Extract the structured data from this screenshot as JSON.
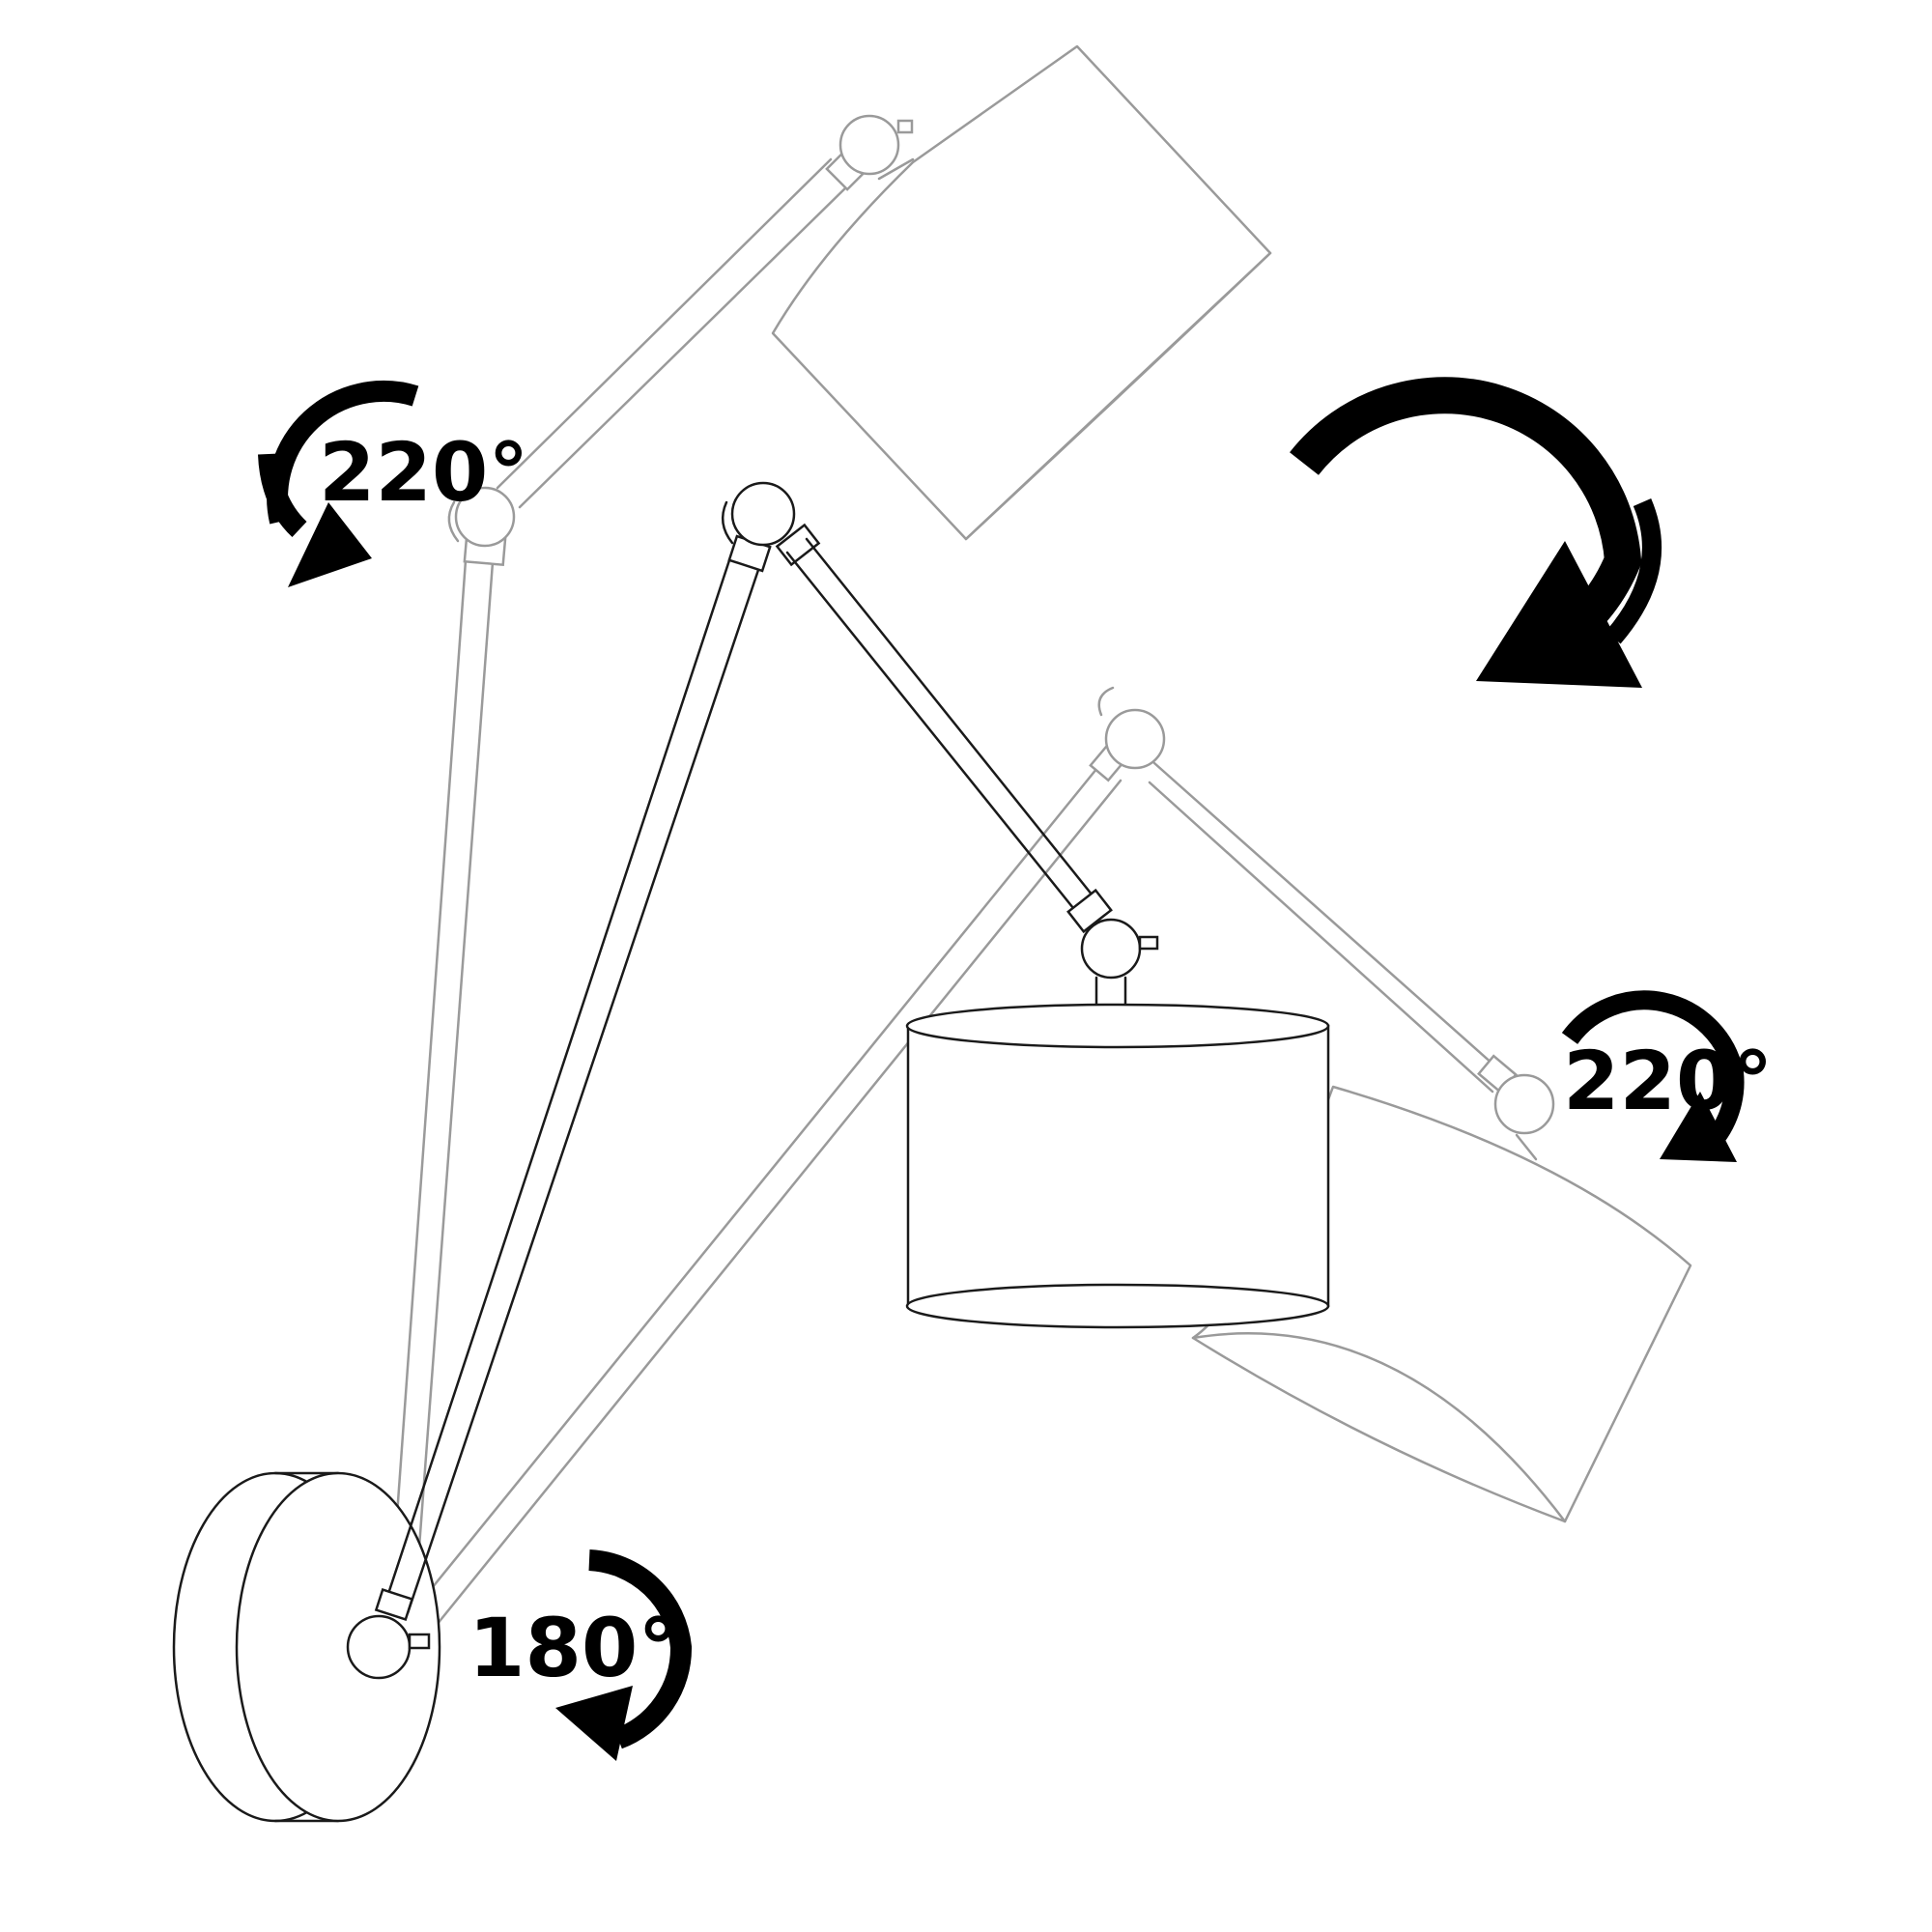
{
  "labels": {
    "upper_joint_angle": "220°",
    "shade_joint_angle": "220°",
    "base_angle": "180°"
  },
  "colors": {
    "active_position": "#1a1a1a",
    "alternate_position": "#9a9a9a",
    "arrow": "#000000"
  }
}
